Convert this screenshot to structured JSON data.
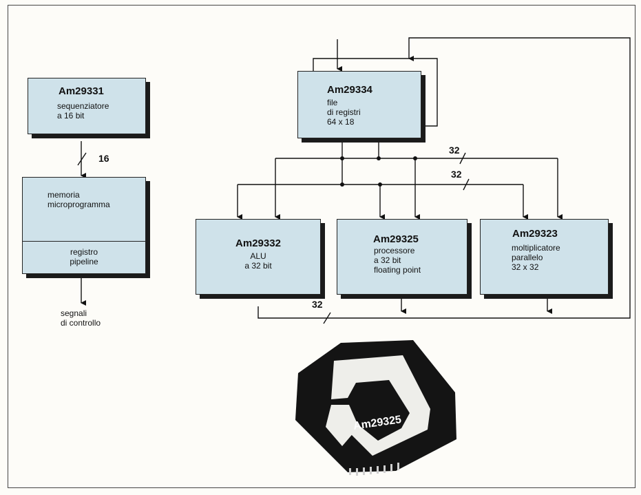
{
  "blocks": {
    "sequencer": {
      "title": "Am29331",
      "desc": "sequenziatore\na 16 bit"
    },
    "memory": {
      "title": "memoria\nmicroprogramma",
      "pipeline": "registro\npipeline"
    },
    "regfile": {
      "title": "Am29334",
      "desc": "file\ndi registri\n64 x 18"
    },
    "alu": {
      "title": "Am29332",
      "desc": "ALU\na 32 bit"
    },
    "fpu": {
      "title": "Am29325",
      "desc": "processore\na 32 bit\nfloating point"
    },
    "mult": {
      "title": "Am29323",
      "desc": "moltiplicatore\nparallelo\n32 x 32"
    }
  },
  "bus_labels": {
    "seq_bus": "16",
    "bus_a": "32",
    "bus_b": "32",
    "out_bus": "32"
  },
  "output_label": "segnali\ndi controllo",
  "chip_label": "Am29325",
  "colors": {
    "block_fill": "#cfe2ea",
    "shadow": "#1b1b1b",
    "chip": "#141414"
  }
}
